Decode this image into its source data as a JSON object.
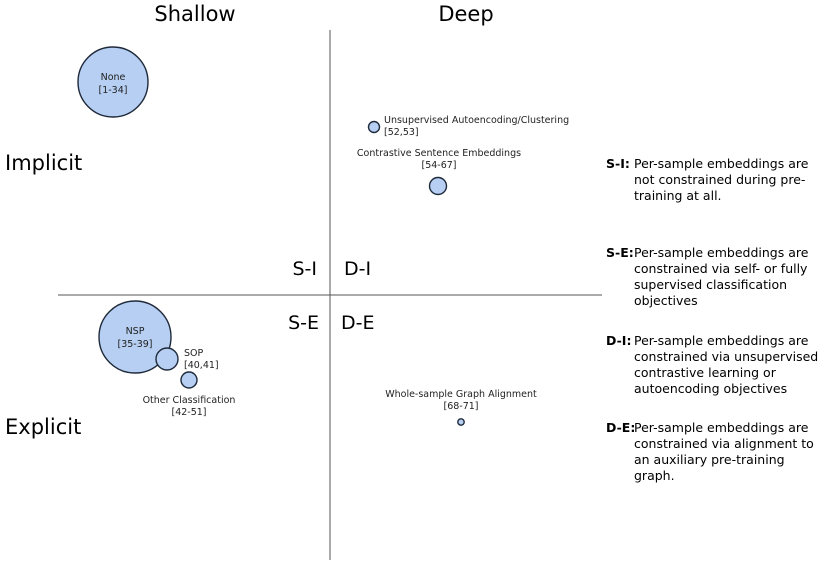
{
  "header": {
    "shallow": "Shallow",
    "deep": "Deep"
  },
  "rows": {
    "implicit": "Implicit",
    "explicit": "Explicit"
  },
  "quadrants": {
    "si": "S-I",
    "di": "D-I",
    "se": "S-E",
    "de": "D-E"
  },
  "bubbles": [
    {
      "key": "none",
      "label": "None",
      "refs": "[1-34]"
    },
    {
      "key": "unsup",
      "label": "Unsupervised Autoencoding/Clustering",
      "refs": "[52,53]"
    },
    {
      "key": "contrastive",
      "label": "Contrastive Sentence Embeddings",
      "refs": "[54-67]"
    },
    {
      "key": "nsp",
      "label": "NSP",
      "refs": "[35-39]"
    },
    {
      "key": "sop",
      "label": "SOP",
      "refs": "[40,41]"
    },
    {
      "key": "other",
      "label": "Other Classification",
      "refs": "[42-51]"
    },
    {
      "key": "graph",
      "label": "Whole-sample Graph Alignment",
      "refs": "[68-71]"
    }
  ],
  "legend": [
    {
      "key": "S-I:",
      "text": "Per-sample embeddings are not constrained during pre-training at all."
    },
    {
      "key": "S-E:",
      "text": "Per-sample embeddings are constrained via self- or fully supervised classification objectives"
    },
    {
      "key": "D-I:",
      "text": "Per-sample embeddings are constrained via unsupervised contrastive learning or autoencoding objectives"
    },
    {
      "key": "D-E:",
      "text": "Per-sample embeddings are constrained via alignment to an auxiliary pre-training graph."
    }
  ],
  "colors": {
    "bubble_fill": "#b6cff2",
    "bubble_stroke": "#1f2a3a",
    "axis": "#555555"
  }
}
